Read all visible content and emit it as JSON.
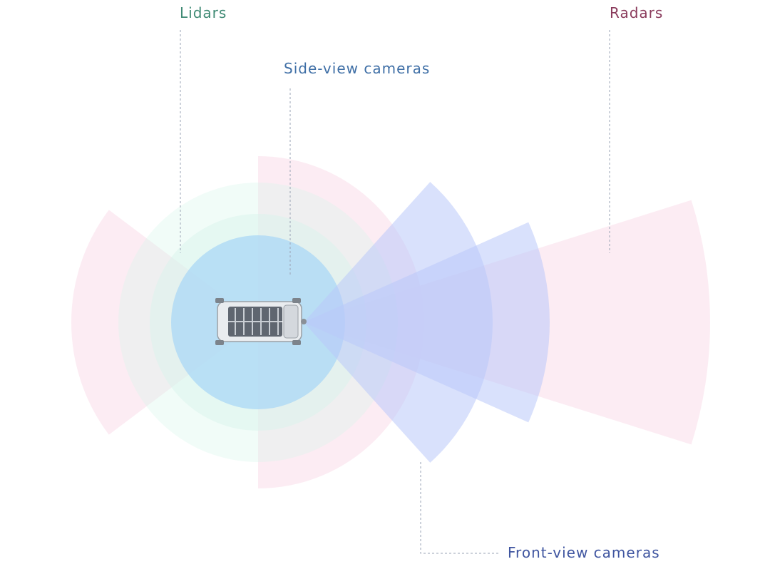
{
  "labels": {
    "lidars": "Lidars",
    "radars": "Radars",
    "side_view_cameras": "Side-view cameras",
    "front_view_cameras": "Front-view cameras"
  },
  "colors": {
    "lidars_text": "#3f8a74",
    "radars_text": "#8a3b5c",
    "side_view_text": "#3f6fa6",
    "front_view_text": "#3f55a0",
    "radar_fill": "#fbe6ef",
    "lidar_fill": "#d6f5ea",
    "side_cam_fill": "#a6d6f7",
    "front_cam_fill": "#b9c9fa",
    "leader_line": "#9aa3b5"
  }
}
